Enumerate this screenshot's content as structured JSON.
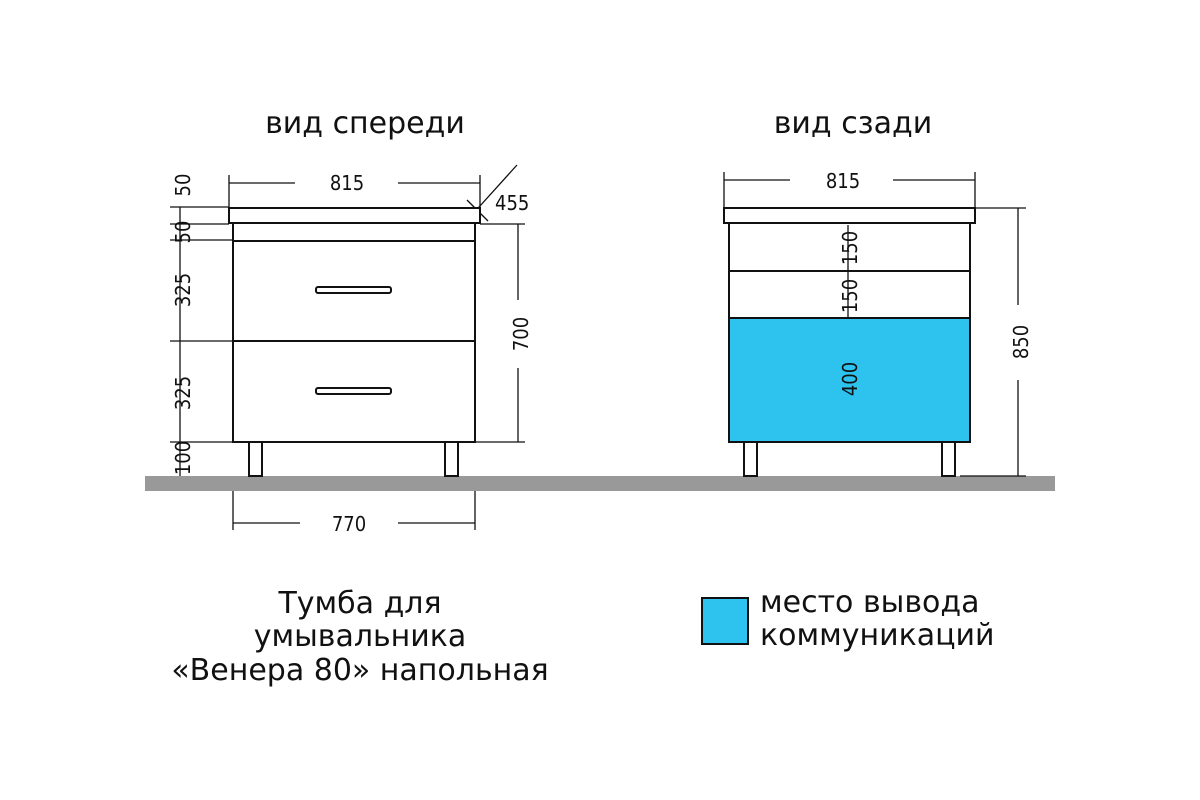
{
  "front_view": {
    "heading": "вид спереди",
    "width_top": "815",
    "depth": "455",
    "width_bottom": "770",
    "height_total": "700",
    "left_dims": [
      "50",
      "50",
      "325",
      "325",
      "100"
    ]
  },
  "back_view": {
    "heading": "вид сзади",
    "width_top": "815",
    "height_total": "850",
    "section_dims": [
      "150",
      "150",
      "400"
    ]
  },
  "caption": {
    "line1": "Тумба для",
    "line2": "умывальника",
    "line3": "«Венера 80» напольная"
  },
  "legend": {
    "line1": "место вывода",
    "line2": "коммуникаций",
    "color": "#2ec3ee"
  },
  "colors": {
    "floor": "#999999",
    "communication_zone": "#2ec3ee"
  }
}
